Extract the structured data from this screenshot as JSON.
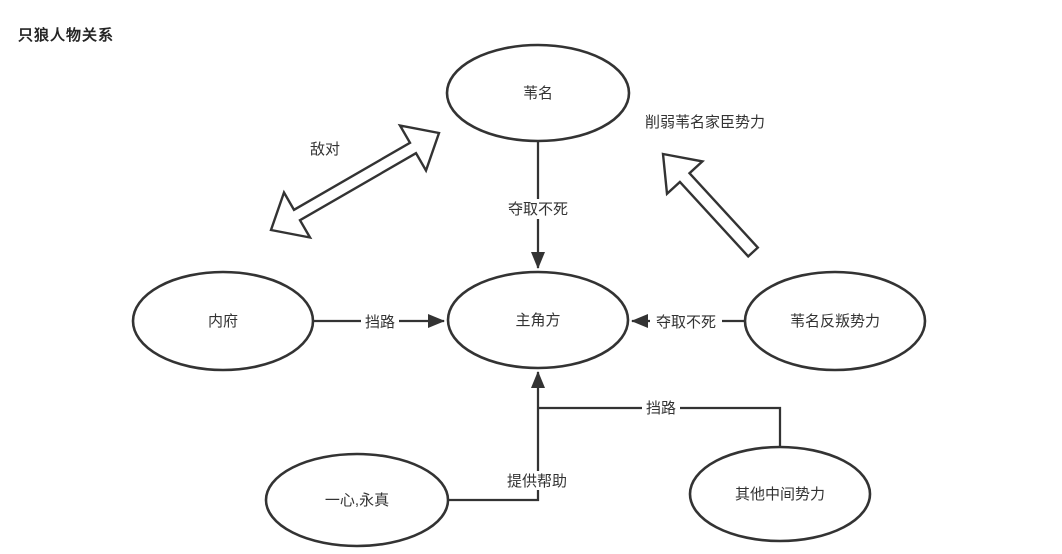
{
  "page": {
    "title": "只狼人物关系"
  },
  "colors": {
    "line": "#333333",
    "text": "#333333",
    "node_fill": "#ffffff",
    "background": "#ffffff"
  },
  "nodes": {
    "ashina": {
      "label": "苇名"
    },
    "interior_ministry": {
      "label": "内府"
    },
    "protagonist": {
      "label": "主角方"
    },
    "ashina_rebels": {
      "label": "苇名反叛势力"
    },
    "isshin_emma": {
      "label": "一心,永真"
    },
    "other_neutral_forces": {
      "label": "其他中间势力"
    }
  },
  "edges": {
    "ashina_to_protagonist": {
      "label": "夺取不死",
      "from": "苇名",
      "to": "主角方",
      "type": "arrow"
    },
    "ministry_to_protagonist": {
      "label": "挡路",
      "from": "内府",
      "to": "主角方",
      "type": "arrow"
    },
    "rebels_to_protagonist": {
      "label": "夺取不死",
      "from": "苇名反叛势力",
      "to": "主角方",
      "type": "arrow"
    },
    "isshin_to_protagonist": {
      "label": "提供帮助",
      "from": "一心,永真",
      "to": "主角方",
      "type": "arrow"
    },
    "others_block_path": {
      "label": "挡路",
      "from": "其他中间势力",
      "to": "主角方",
      "type": "line-join"
    },
    "ministry_vs_ashina": {
      "label": "敌对",
      "from": "内府",
      "to": "苇名",
      "type": "double-block-arrow"
    },
    "rebels_weaken_ashina": {
      "label": "削弱苇名家臣势力",
      "from": "苇名反叛势力",
      "to": "苇名",
      "type": "block-arrow"
    }
  }
}
